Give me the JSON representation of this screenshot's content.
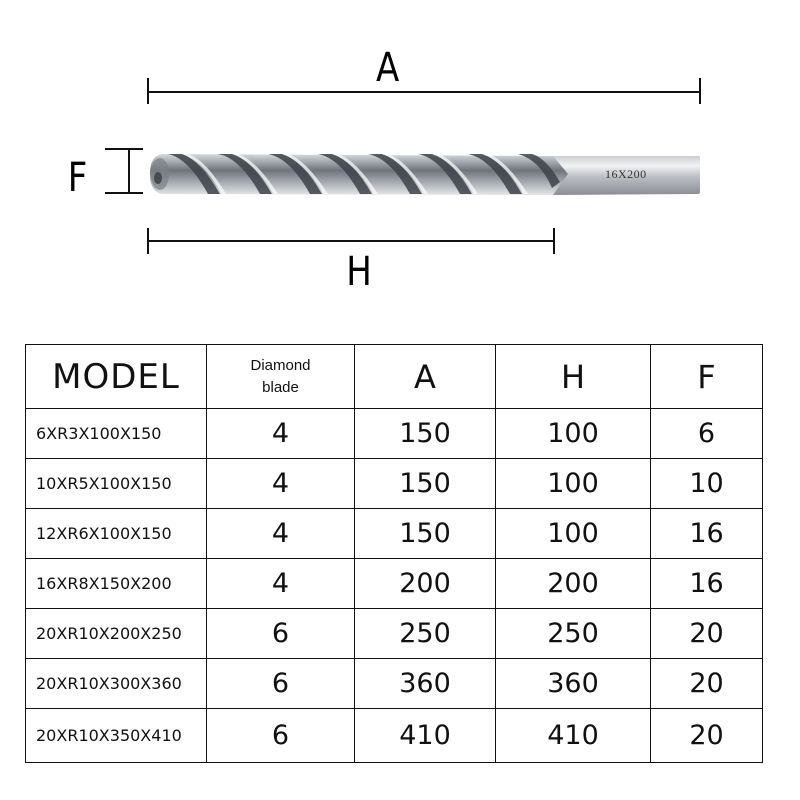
{
  "diagram": {
    "labels": {
      "length_total": "A",
      "diameter": "F",
      "flute_length": "H"
    },
    "shank_marking": "16X200",
    "colors": {
      "line": "#111111",
      "steel_dark": "#4a4f57",
      "steel_mid": "#9aa0a8",
      "steel_light": "#e6e8eb"
    }
  },
  "table": {
    "headers": {
      "model": "MODEL",
      "blades_line1": "Diamond",
      "blades_line2": "blade",
      "a": "A",
      "h": "H",
      "f": "F"
    },
    "rows": [
      {
        "model": "6XR3X100X150",
        "blades": "4",
        "a": "150",
        "h": "100",
        "f": "6"
      },
      {
        "model": "10XR5X100X150",
        "blades": "4",
        "a": "150",
        "h": "100",
        "f": "10"
      },
      {
        "model": "12XR6X100X150",
        "blades": "4",
        "a": "150",
        "h": "100",
        "f": "16"
      },
      {
        "model": "16XR8X150X200",
        "blades": "4",
        "a": "200",
        "h": "200",
        "f": "16"
      },
      {
        "model": "20XR10X200X250",
        "blades": "6",
        "a": "250",
        "h": "250",
        "f": "20"
      },
      {
        "model": "20XR10X300X360",
        "blades": "6",
        "a": "360",
        "h": "360",
        "f": "20"
      },
      {
        "model": "20XR10X350X410",
        "blades": "6",
        "a": "410",
        "h": "410",
        "f": "20"
      }
    ]
  }
}
